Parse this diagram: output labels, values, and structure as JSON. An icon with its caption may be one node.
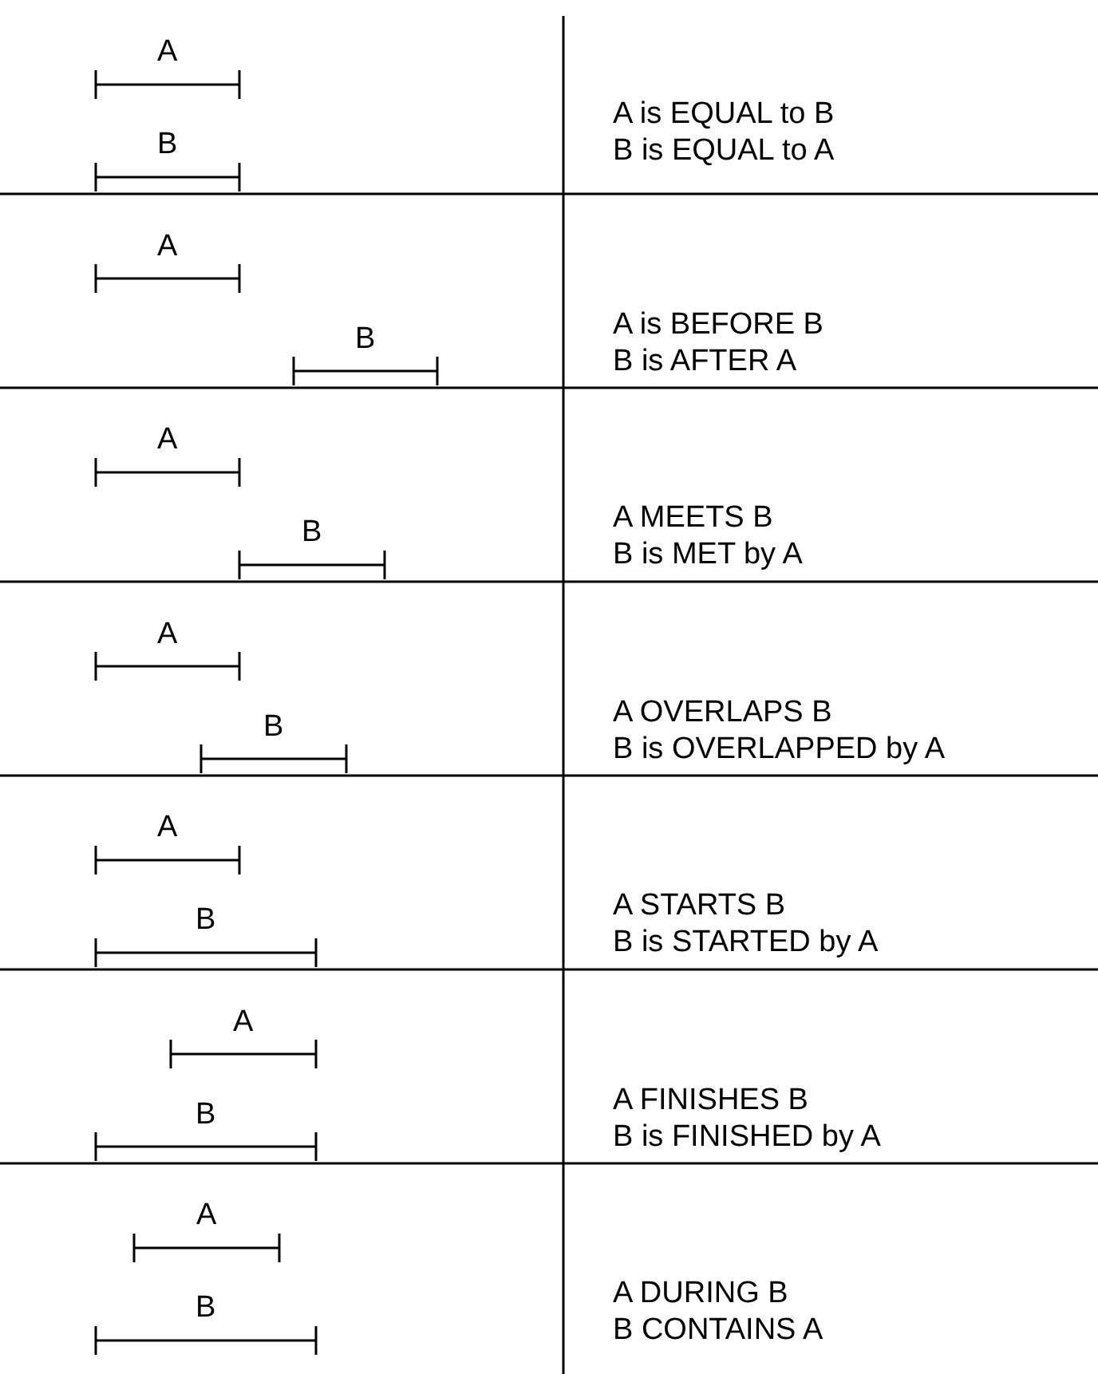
{
  "diagram": {
    "labels": [
      "A",
      "B",
      "A is EQUAL to B",
      "B is EQUAL to A",
      "A",
      "B",
      "A is BEFORE B",
      "B is AFTER A",
      "A",
      "B",
      "A MEETS B",
      "B is MET by A",
      "A",
      "B",
      "A OVERLAPS B",
      "B is OVERLAPPED by A",
      "A",
      "B",
      "A STARTS B",
      "B is STARTED by A",
      "A",
      "B",
      "A FINISHES B",
      "B is FINISHED by A",
      "A",
      "B",
      "A DURING B",
      "B CONTAINS A"
    ]
  }
}
